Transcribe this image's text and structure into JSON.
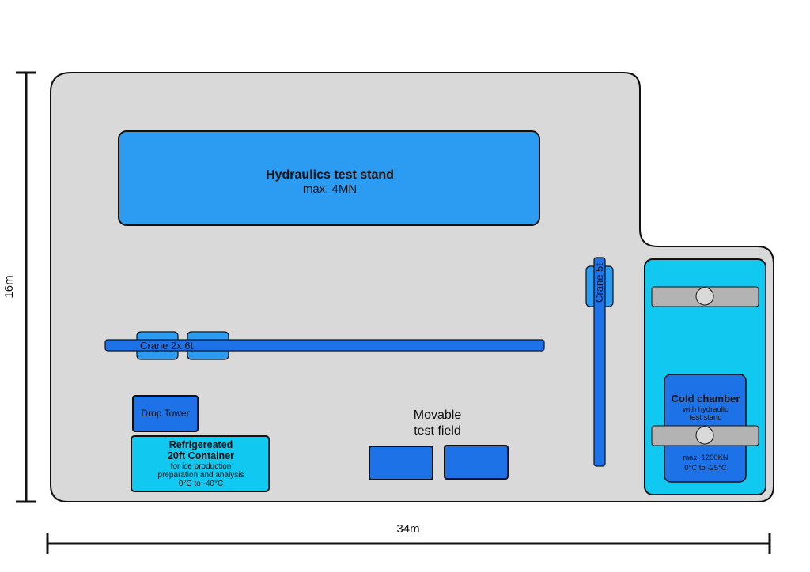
{
  "dimensions": {
    "height_label": "16m",
    "width_label": "34m"
  },
  "hydraulics": {
    "title": "Hydraulics test stand",
    "subtitle": "max. 4MN"
  },
  "crane_horizontal": {
    "label": "Crane 2x 6t"
  },
  "crane_vertical": {
    "label": "Crane 5t"
  },
  "drop_tower": {
    "label": "Drop Tower"
  },
  "container": {
    "title_line1": "Refrigereated",
    "title_line2": "20ft Container",
    "line1": "for ice production",
    "line2": "preparation and analysis",
    "line3": "0°C to -40°C"
  },
  "movable": {
    "line1": "Movable",
    "line2": "test field"
  },
  "cold_chamber": {
    "title": "Cold chamber",
    "line1": "with hydraulic",
    "line2": "test stand",
    "line3": "max. 1200KN",
    "line4": "0°C to -25°C"
  },
  "colors": {
    "floor": "#d9d9d9",
    "blue_strong": "#1d72e8",
    "blue_light": "#2b9cf2",
    "cyan": "#10c8f0",
    "gray_bar": "#b3b3b3"
  }
}
